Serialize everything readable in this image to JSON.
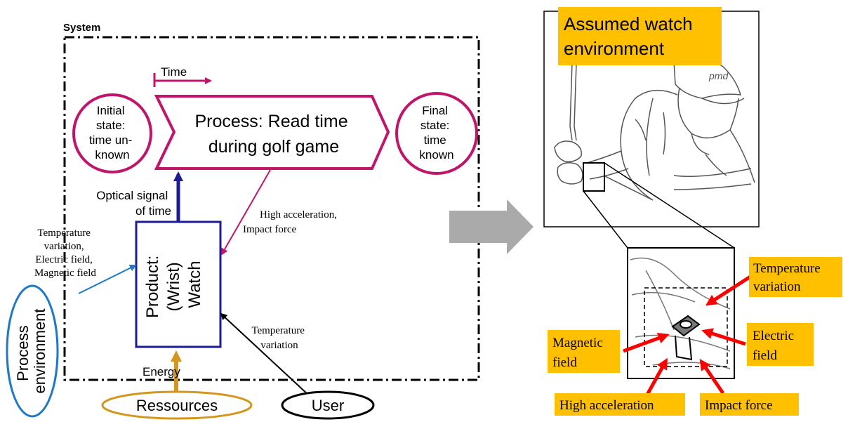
{
  "left": {
    "system_label": "System",
    "time_label": "Time",
    "initial_state": [
      "Initial",
      "state:",
      "time un-",
      "known"
    ],
    "process": [
      "Process: Read time",
      "during golf game"
    ],
    "final_state": [
      "Final",
      "state:",
      "time",
      "known"
    ],
    "optical_signal": [
      "Optical signal",
      "of time"
    ],
    "high_accel": [
      "High acceleration,",
      "Impact force"
    ],
    "temp_fields": [
      "Temperature",
      "variation,",
      "Electric field,",
      "Magnetic field"
    ],
    "product": [
      "Product:",
      "(Wrist)",
      "Watch"
    ],
    "temp_var": [
      "Temperature",
      "variation"
    ],
    "energy": "Energy",
    "process_env": [
      "Process",
      "environment"
    ],
    "resources": "Ressources",
    "user": "User"
  },
  "right": {
    "assumed_env": [
      "Assumed watch",
      "environment"
    ],
    "cap_logo": "pmd",
    "labels": {
      "temperature_variation": [
        "Temperature",
        "variation"
      ],
      "magnetic_field": [
        "Magnetic",
        "field"
      ],
      "electric_field": [
        "Electric",
        "field"
      ],
      "high_acceleration": "High acceleration",
      "impact_force": "Impact force"
    }
  },
  "colors": {
    "magenta": "#c0156b",
    "navy": "#1c1c96",
    "blue": "#1f78c8",
    "gold": "#d4961c",
    "label_bg": "#ffc000",
    "red": "#ff0000",
    "gray": "#aaaaaa"
  }
}
